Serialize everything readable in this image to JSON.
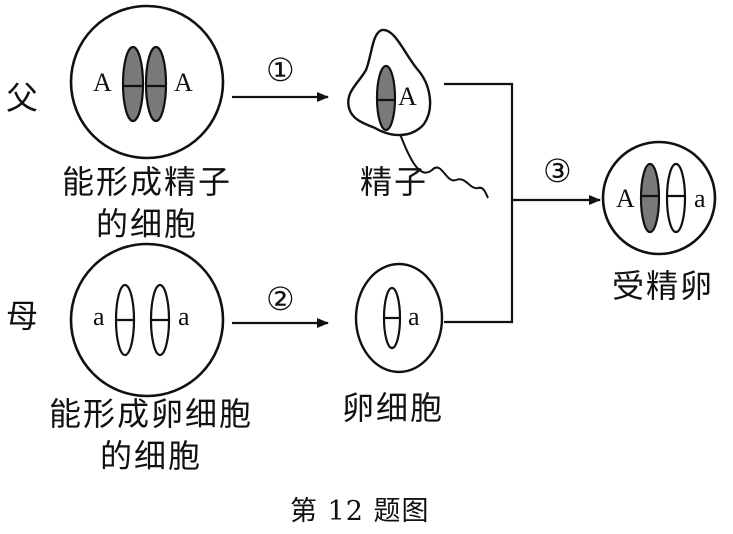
{
  "parents": {
    "father": "父",
    "mother": "母"
  },
  "cells": {
    "father_cell": {
      "caption_line1": "能形成精子",
      "caption_line2": "的细胞",
      "allele_left": "A",
      "allele_right": "A"
    },
    "sperm": {
      "caption": "精子",
      "allele": "A"
    },
    "mother_cell": {
      "caption_line1": "能形成卵细胞",
      "caption_line2": "的细胞",
      "allele_left": "a",
      "allele_right": "a"
    },
    "egg": {
      "caption": "卵细胞",
      "allele": "a"
    },
    "zygote": {
      "caption": "受精卵",
      "allele_left": "A",
      "allele_right": "a"
    }
  },
  "steps": {
    "step1": "①",
    "step2": "②",
    "step3": "③"
  },
  "figure_caption": "第 12 题图",
  "colors": {
    "ink": "#111111",
    "chromosome_dominant_fill": "#7a7a7a",
    "chromosome_recessive_fill": "#ffffff"
  }
}
